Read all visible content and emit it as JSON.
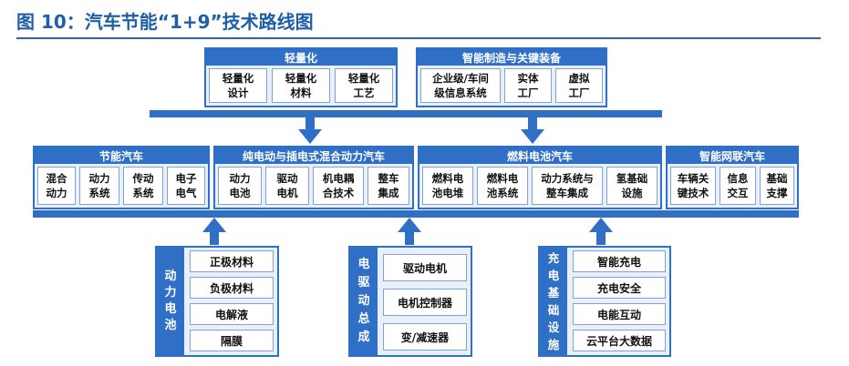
{
  "figure": {
    "title": "图 10：汽车节能“1+9”技术路线图"
  },
  "top": [
    {
      "header": "轻量化",
      "cells": [
        "轻量化\n设计",
        "轻量化\n材料",
        "轻量化\n工艺"
      ]
    },
    {
      "header": "智能制造与关键装备",
      "cells": [
        "企业级/车间\n级信息系统",
        "实体\n工厂",
        "虚拟\n工厂"
      ]
    }
  ],
  "middle": [
    {
      "header": "节能汽车",
      "cells": [
        "混合\n动力",
        "动力\n系统",
        "传动\n系统",
        "电子\n电气"
      ]
    },
    {
      "header": "纯电动与插电式混合动力汽车",
      "cells": [
        "动力\n电池",
        "驱动\n电机",
        "机电耦\n合技术",
        "整车\n集成"
      ]
    },
    {
      "header": "燃料电池汽车",
      "cells": [
        "燃料电\n池电堆",
        "燃料电\n池系统",
        "动力系统与\n整车集成",
        "氢基础\n设施"
      ]
    },
    {
      "header": "智能网联汽车",
      "cells": [
        "车辆关\n键技术",
        "信息\n交互",
        "基础\n支撑"
      ]
    }
  ],
  "bottom": [
    {
      "label": "动\n力\n电\n池",
      "items": [
        "正极材料",
        "负极材料",
        "电解液",
        "隔膜"
      ]
    },
    {
      "label": "电\n驱\n动\n总\n成",
      "items": [
        "驱动电机",
        "电机控制器",
        "变/减速器"
      ]
    },
    {
      "label": "充\n电\n基\n础\n设\n施",
      "items": [
        "智能充电",
        "充电安全",
        "电能互动",
        "云平台大数据"
      ]
    }
  ],
  "colors": {
    "primary": "#2f6fc6",
    "title": "#1f5ea8",
    "cell_border": "#7fa3d8"
  }
}
